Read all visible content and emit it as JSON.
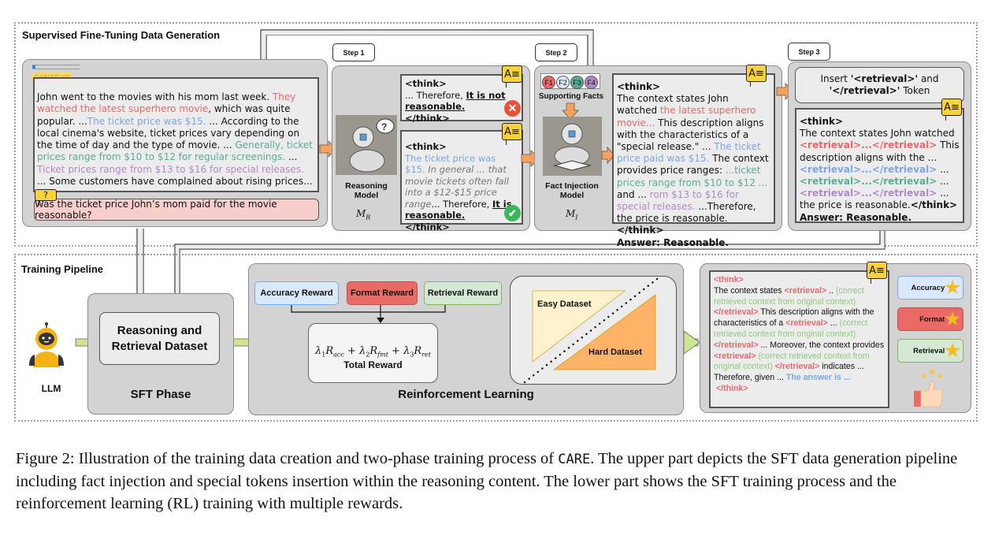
{
  "sft_section": {
    "title": "Supervised Fine-Tuning Data Generation",
    "context_tag": "CONTEXT",
    "context_text": {
      "p1": "John went to the movies with his mom last week. ",
      "p2_red": "They watched the latest superhero movie",
      "p3": ", which was quite popular. ...",
      "p4_blue": "The ticket price was $15.",
      "p5": " ... According to the local cinema's website, ticket prices vary depending on the time of day and the type of movie. ... ",
      "p6_teal": "Generally, ticket prices range from $10 to $12 for regular screenings.",
      "p7": " ... ",
      "p8_purple": "Ticket prices range from $13 to $16 for special releases.",
      "p9": " ... Some customers have complained about rising prices..."
    },
    "question_icon": "?",
    "question": "Was the ticket price John’s mom paid for the movie reasonable?",
    "step1": {
      "tag": "Step 1",
      "model_label": "Reasoning Model",
      "model_symbol": "M",
      "model_sub": "R",
      "wrong": {
        "open": "<think>",
        "pre": "... Therefore, ",
        "verdict": "It is not reasonable.",
        "close": "</think>"
      },
      "right": {
        "open": "<think>",
        "blue": "The ticket price was $15.",
        "italic": " In general ... that movie tickets often fall into a $12-$15 price range",
        "pre": "... Therefore, ",
        "verdict": "It is reasonable.",
        "close": "</think>"
      }
    },
    "step2": {
      "tag": "Step 2",
      "facts": [
        "F1",
        "F2",
        "F3",
        "F4"
      ],
      "facts_label": "Supporting Facts",
      "model_label": "Fact Injection Model",
      "model_symbol": "M",
      "model_sub": "I",
      "output": {
        "open": "<think>",
        "t1": "The context states John watched ",
        "red": "the latest superhero movie...",
        "t2": " This description aligns with the characteristics of a \"special release.\" ... ",
        "blue": "The ticket price paid was $15.",
        "t3": " The context provides price ranges: ",
        "teal": "...ticket prices range from $10 to $12 ...",
        "t4": " and ... ",
        "purple": "rom $13 to $16 for special releases.",
        "t5": " ...Therefore, the price is reasonable.",
        "close": "</think>",
        "answer": "Answer: Reasonable."
      }
    },
    "step3": {
      "tag": "Step 3",
      "instruction_pre": "Insert ",
      "token_open": "'<retrieval>'",
      "instruction_mid": " and ",
      "token_close": "'</retrieval>'",
      "instruction_post": " Token",
      "output": {
        "open": "<think>",
        "t1": "The context states John watched",
        "r1": "<retrieval>...</retrieval>",
        "t2": " This description aligns with the ... ",
        "r2": "<retrieval>...</retrieval>",
        "t3": " ...",
        "r3": "<retrieval>...</retrieval>",
        "t4": " ...",
        "r4": "<retrieval>...</retrieval>",
        "t5": " ... the price is reasonable.",
        "close": "</think>",
        "answer": "Answer: Reasonable."
      }
    }
  },
  "training_section": {
    "title": "Training Pipeline",
    "llm_label": "LLM",
    "dataset_label": "Reasoning and Retrieval Dataset",
    "sft_phase_label": "SFT Phase",
    "rewards": [
      {
        "label": "Accuracy Reward",
        "color": "#dae8fc"
      },
      {
        "label": "Format Reward",
        "color": "#ea6b66"
      },
      {
        "label": "Retrieval Reward",
        "color": "#d5e8d4"
      }
    ],
    "total_reward_formula": "λ1Racc + λ2Rfmt + λ3Rret",
    "total_reward_label": "Total Reward",
    "easy_dataset": "Easy Dataset",
    "hard_dataset": "Hard Dataset",
    "rl_label": "Reinforcement Learning",
    "output": {
      "open": "<think>",
      "s1": "The context states ",
      "ro": "<retrieval>",
      "s2": " .. ",
      "g": "(correct retrieved context from original context)",
      "rc": "</retrieval>",
      "s3": " This description aligns with the characteristics of a ",
      "s4": " ... ",
      "s5": " ... Moreover, the context provides ",
      "s6": " ",
      "s7": " indicates ... Therefore, given ... ",
      "answer": "The answer is ...",
      "close": "</think>"
    },
    "badges": [
      {
        "label": "Accuracy",
        "color": "#dae8fc"
      },
      {
        "label": "Format",
        "color": "#ea6b66"
      },
      {
        "label": "Retrieval",
        "color": "#d5e8d4"
      }
    ]
  },
  "caption": {
    "prefix": "Figure 2: Illustration of the training data creation and two-phase training process of ",
    "name": "CARE",
    "rest": ". The upper part depicts the SFT data generation pipeline including fact injection and special tokens insertion within the reasoning content. The lower part shows the SFT training process and the reinforcement learning (RL) training with multiple rewards."
  }
}
